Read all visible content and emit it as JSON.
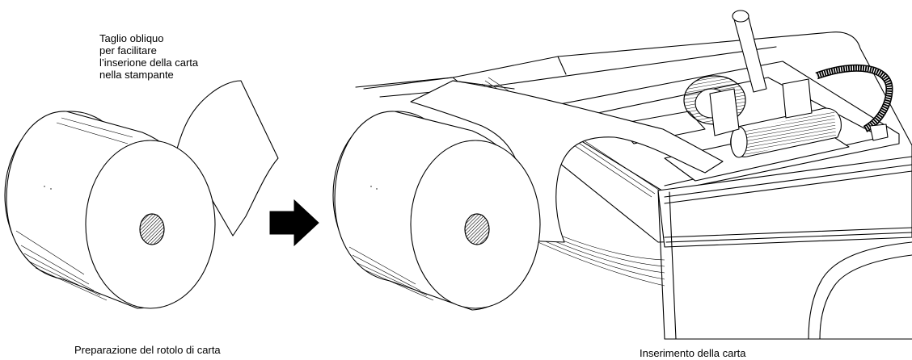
{
  "annotation": {
    "lines": [
      "Taglio obliquo",
      "per facilitare",
      "l’inserione della carta",
      "nella stampante"
    ]
  },
  "captions": {
    "left": "Preparazione del rotolo di carta",
    "right": "Inserimento della carta"
  }
}
